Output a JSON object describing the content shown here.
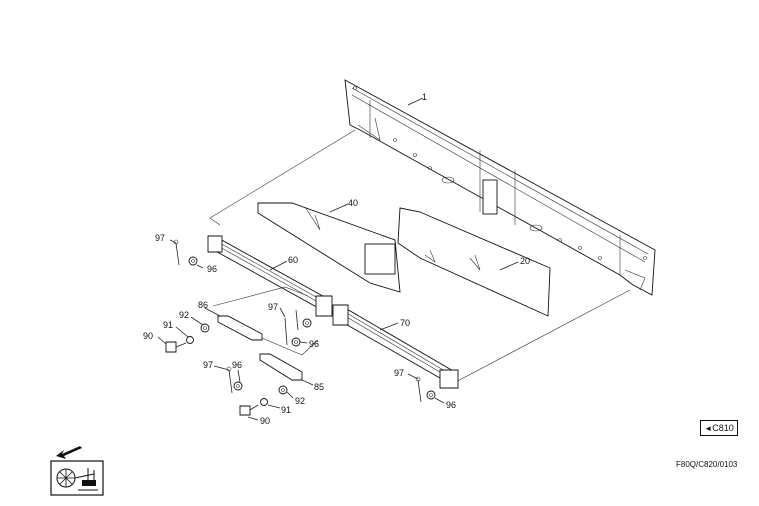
{
  "callouts": [
    {
      "id": "c1",
      "label": "1"
    },
    {
      "id": "c40",
      "label": "40"
    },
    {
      "id": "c20",
      "label": "20"
    },
    {
      "id": "c60",
      "label": "60"
    },
    {
      "id": "c70",
      "label": "70"
    },
    {
      "id": "c97a",
      "label": "97"
    },
    {
      "id": "c96a",
      "label": "96"
    },
    {
      "id": "c86",
      "label": "86"
    },
    {
      "id": "c92a",
      "label": "92"
    },
    {
      "id": "c91a",
      "label": "91"
    },
    {
      "id": "c90a",
      "label": "90"
    },
    {
      "id": "c97b",
      "label": "97"
    },
    {
      "id": "c96b",
      "label": "96"
    },
    {
      "id": "c97c",
      "label": "97"
    },
    {
      "id": "c96c",
      "label": "96"
    },
    {
      "id": "c85",
      "label": "85"
    },
    {
      "id": "c92b",
      "label": "92"
    },
    {
      "id": "c91b",
      "label": "91"
    },
    {
      "id": "c90b",
      "label": "90"
    },
    {
      "id": "c97d",
      "label": "97"
    },
    {
      "id": "c96d",
      "label": "96"
    }
  ],
  "reference": {
    "arrow": "◄",
    "code": "C810"
  },
  "drawing_code": "F80Q/C820/0103",
  "icons": {
    "section": "harvester-section-icon",
    "direction": "direction-arrow-icon"
  }
}
